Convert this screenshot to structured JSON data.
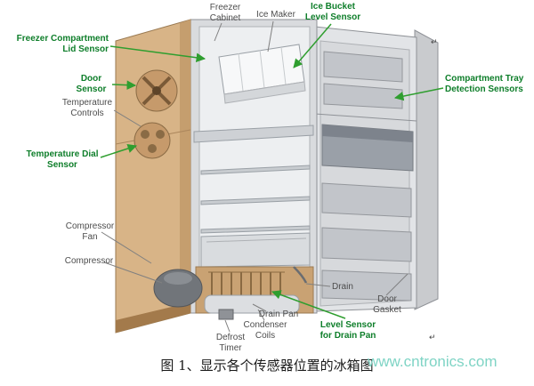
{
  "figure": {
    "caption": "图 1、显示各个传感器位置的冰箱图",
    "watermark": "www.cntronics.com"
  },
  "labels": {
    "freezer_cabinet": "Freezer\nCabinet",
    "ice_maker": "Ice Maker",
    "ice_bucket_level_sensor": "Ice Bucket\nLevel Sensor",
    "freezer_compartment_lid_sensor": "Freezer Compartment\nLid Sensor",
    "door_sensor": "Door\nSensor",
    "temperature_controls": "Temperature\nControls",
    "temperature_dial_sensor": "Temperature Dial\nSensor",
    "compressor_fan": "Compressor\nFan",
    "compressor": "Compressor",
    "compartment_tray_detection_sensors": "Compartment Tray\nDetection Sensors",
    "drain": "Drain",
    "door_gasket": "Door\nGasket",
    "drain_pan": "Drain Pan",
    "condenser_coils": "Condenser\nCoils",
    "level_sensor_for_drain_pan": "Level Sensor\nfor Drain Pan",
    "defrost_timer": "Defrost\nTimer"
  },
  "artifacts": {
    "return_mark_top": "↵",
    "return_mark_bottom": "↵"
  },
  "colors": {
    "sensor_label_green": "#0e7e2a",
    "part_label_gray": "#4d4d4d",
    "arrow_green": "#2f9e2f",
    "watermark_teal": "#7fd4c5",
    "caption_black": "#1a1a1a",
    "cabinet_tan": "#d8b487",
    "interior_gray": "#edeff1",
    "door_gray": "#e2e4e7"
  }
}
